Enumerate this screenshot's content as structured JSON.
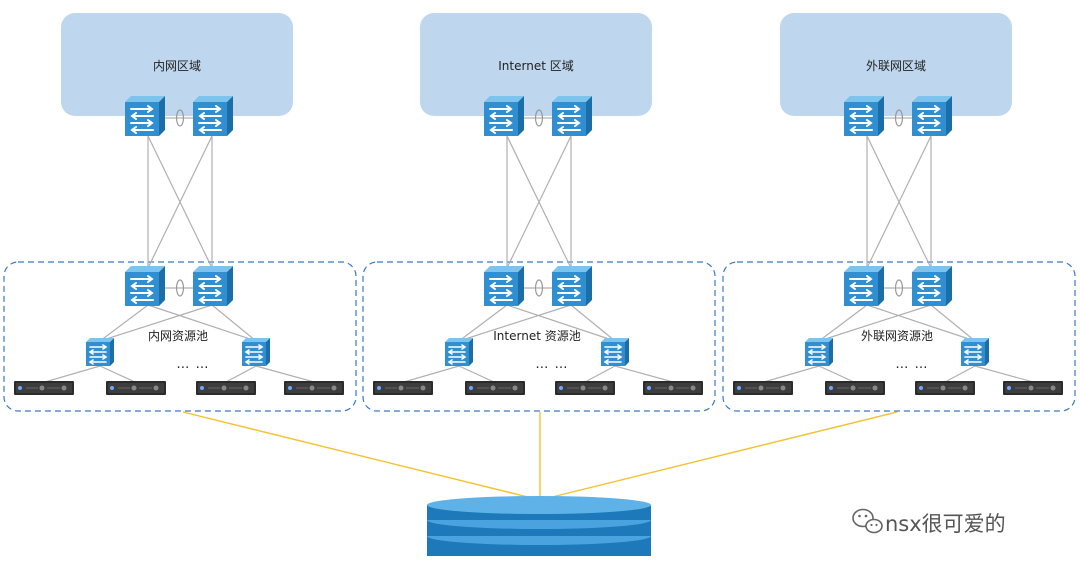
{
  "zones": [
    {
      "name": "内网区域",
      "pool_label": "内网资源池",
      "ellipsis": "… …"
    },
    {
      "name": "Internet 区域",
      "pool_label": "Internet 资源池",
      "ellipsis": "… …"
    },
    {
      "name": "外联网区域",
      "pool_label": "外联网资源池",
      "ellipsis": "… …"
    }
  ],
  "watermark": {
    "text": "nsx很可爱的",
    "icon": "wechat-icon"
  },
  "storage": {
    "icon": "storage-disk-stack-icon"
  },
  "device_icons": {
    "core_switch": "switch-icon",
    "access_switch": "switch-icon",
    "server": "server-rack-icon"
  },
  "colors": {
    "zone_fill": "#bfd7ee",
    "pool_border": "#3a78c2",
    "switch_front": "#2f8fd1",
    "link_gray": "#b0b0b0",
    "link_yellow": "#f2c12e",
    "storage": "#2f8fd1"
  }
}
